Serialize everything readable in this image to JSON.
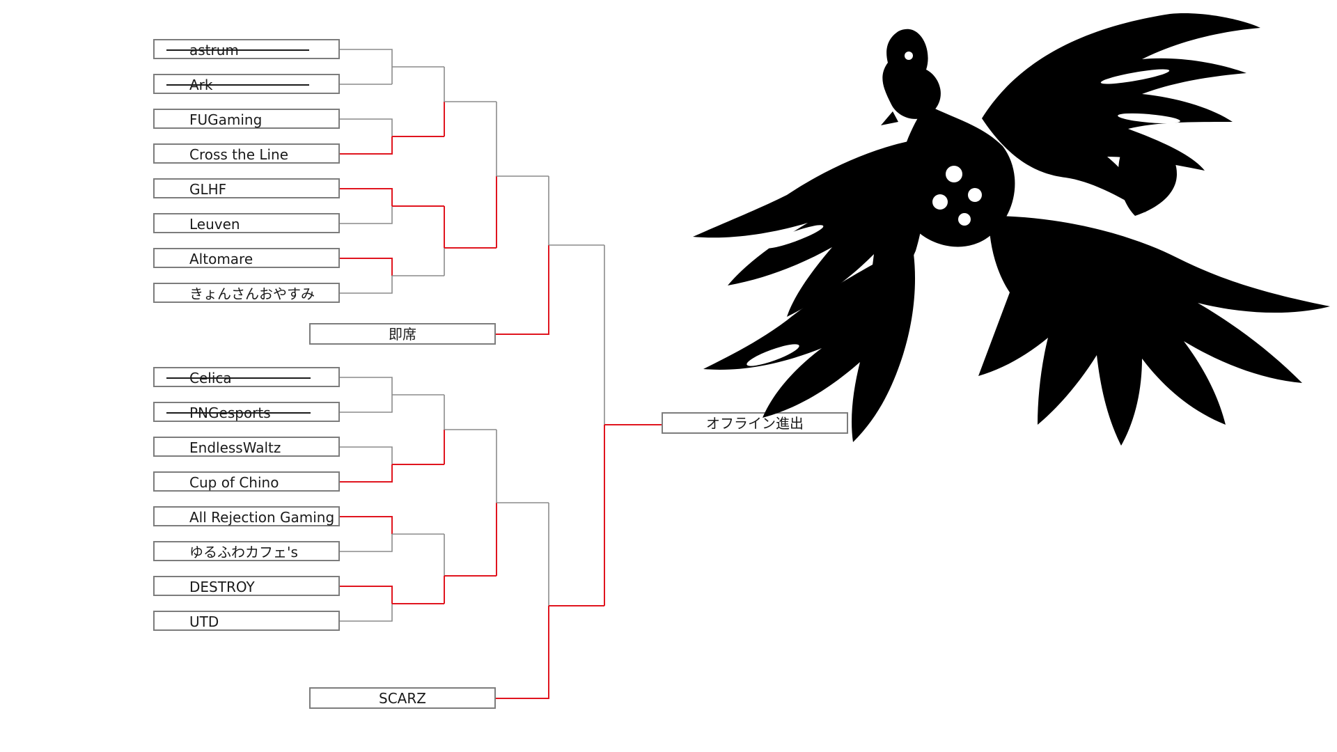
{
  "colors": {
    "winner_line": "#e0141e",
    "neutral_line": "#8a8a8a",
    "box_border": "#7c7c7c",
    "text": "#1a1a1a",
    "phoenix": "#000000"
  },
  "bracket": {
    "upper_teams": [
      {
        "name": "astrum",
        "eliminated": true
      },
      {
        "name": "Ark",
        "eliminated": true
      },
      {
        "name": "FUGaming",
        "eliminated": false
      },
      {
        "name": "Cross the Line",
        "eliminated": false
      },
      {
        "name": "GLHF",
        "eliminated": false
      },
      {
        "name": "Leuven",
        "eliminated": false
      },
      {
        "name": "Altomare",
        "eliminated": false
      },
      {
        "name": "きょんさんおやすみ",
        "eliminated": false
      }
    ],
    "upper_seed": "即席",
    "lower_teams": [
      {
        "name": "Celica",
        "eliminated": true
      },
      {
        "name": "PNGesports",
        "eliminated": true
      },
      {
        "name": "EndlessWaltz",
        "eliminated": false
      },
      {
        "name": "Cup of Chino",
        "eliminated": false
      },
      {
        "name": "All Rejection Gaming",
        "eliminated": false
      },
      {
        "name": "ゆるふわカフェ's",
        "eliminated": false
      },
      {
        "name": "DESTROY",
        "eliminated": false
      },
      {
        "name": "UTD",
        "eliminated": false
      }
    ],
    "lower_seed": "SCARZ",
    "final": "オフライン進出"
  },
  "decoration": {
    "image": "phoenix-illustration"
  }
}
